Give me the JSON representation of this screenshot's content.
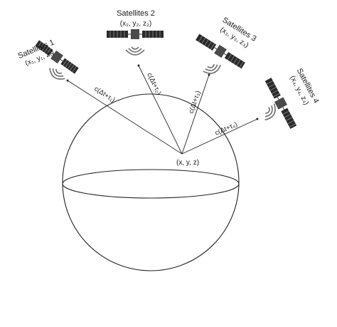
{
  "receiver": {
    "label": "(x, y, z)"
  },
  "satellites": [
    {
      "name": "Satellites 1",
      "coords": "(x₁, y₁, z₁)",
      "range_label": "c(Δt+τ₁)"
    },
    {
      "name": "Satellites 2",
      "coords": "(x₂, y₂, z₂)",
      "range_label": "c(Δt+τ₂)"
    },
    {
      "name": "Satellites 3",
      "coords": "(x₃, y₃, z₃)",
      "range_label": "c(Δt+τ₃)"
    },
    {
      "name": "Satellites 4",
      "coords": "(x₄, y₄, z₄)",
      "range_label": "c(Δt+τ₄)"
    }
  ]
}
